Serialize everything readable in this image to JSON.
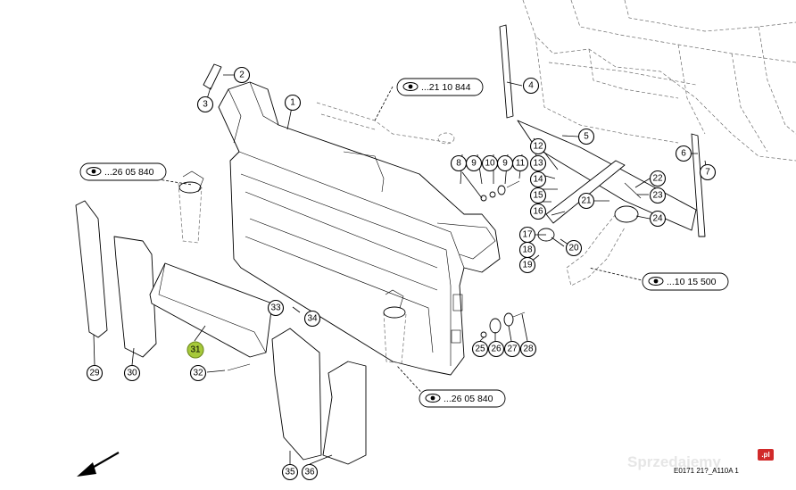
{
  "diagram": {
    "callouts": [
      "1",
      "2",
      "3",
      "4",
      "5",
      "6",
      "7",
      "8",
      "9",
      "10",
      "9",
      "11",
      "12",
      "13",
      "14",
      "15",
      "16",
      "17",
      "18",
      "19",
      "20",
      "21",
      "22",
      "23",
      "24",
      "25",
      "26",
      "27",
      "28",
      "29",
      "30",
      "31",
      "32",
      "33",
      "34",
      "35",
      "36"
    ],
    "highlighted_callout": "31",
    "references": [
      "...21 10 844",
      "...26 05 840",
      "...10 15 500",
      "...26 05 840"
    ],
    "drawing_code": "E0171 21?_A110A 1",
    "watermark": "Sprzedajemy",
    "watermark_badge": ".pl",
    "icons": [
      "eye-icon",
      "direction-arrow-icon"
    ],
    "colors": {
      "highlight": "#a6c93a",
      "line": "#000000",
      "ghost": "#6b6b6b"
    }
  }
}
